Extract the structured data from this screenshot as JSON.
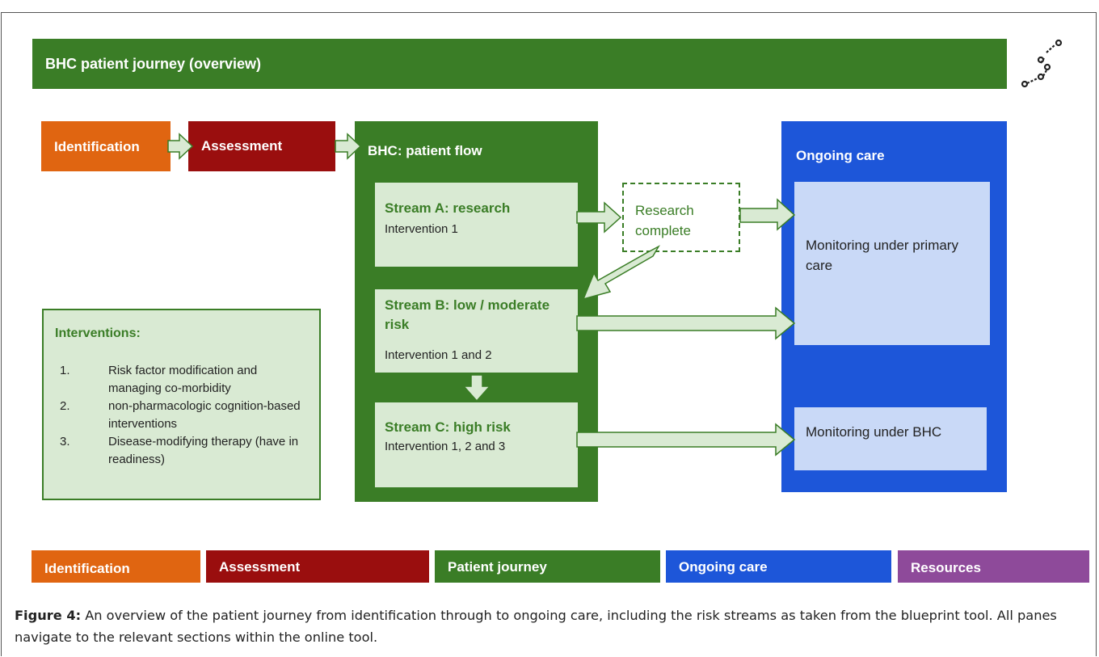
{
  "header": {
    "title": "BHC patient journey (overview)",
    "share_icon": "share-icon"
  },
  "steps": {
    "identification": "Identification",
    "assessment": "Assessment"
  },
  "flow": {
    "title": "BHC: patient flow",
    "stream_a": {
      "title": "Stream A: research",
      "sub": "Intervention 1"
    },
    "stream_b": {
      "title": "Stream B: low / moderate risk",
      "sub": "Intervention 1 and 2"
    },
    "stream_c": {
      "title": "Stream C: high risk",
      "sub": "Intervention  1, 2 and 3"
    }
  },
  "research_complete": "Research complete",
  "care": {
    "title": "Ongoing care",
    "primary": "Monitoring under primary care",
    "bhc": "Monitoring under BHC"
  },
  "interventions": {
    "title": "Interventions:",
    "items": [
      {
        "num": "1.",
        "label": "Risk factor modification and managing co-morbidity"
      },
      {
        "num": "2.",
        "label": "non-pharmacologic cognition-based interventions"
      },
      {
        "num": "3.",
        "label": "Disease-modifying therapy (have in readiness)"
      }
    ]
  },
  "nav": {
    "identification": "Identification",
    "assessment": "Assessment",
    "journey": "Patient journey",
    "care": "Ongoing care",
    "resources": "Resources"
  },
  "caption": {
    "label": "Figure 4:",
    "text": " An overview of the patient journey from identification through to ongoing care, including the risk streams as taken from the blueprint tool. All panes navigate to the relevant sections within the online tool."
  },
  "colors": {
    "green": "#3a7d26",
    "orange": "#e06511",
    "dark_red": "#9a0e0e",
    "blue": "#1d56d9",
    "purple": "#8e4a9a",
    "light_green": "#d9ead3",
    "light_blue": "#c9d9f7"
  }
}
